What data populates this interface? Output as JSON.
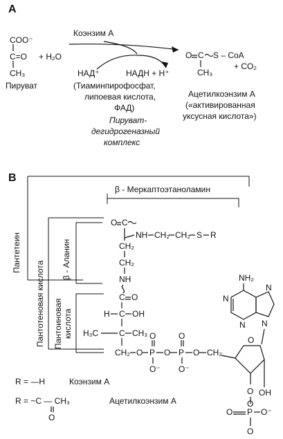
{
  "panel_a": {
    "label": "A",
    "pyruvate": {
      "coo": "COO⁻",
      "co": "C=O",
      "ch3": "CH₃",
      "name": "Пируват"
    },
    "water": "+ H₂O",
    "coenzyme": "Коэнзим A",
    "nad": "НАД⁺",
    "nadh": "НАДН + H⁺",
    "cofactors": [
      "(Тиаминпирофосфат,",
      "липоевая кислота,",
      "ФАД)"
    ],
    "enzyme": [
      "Пируват-",
      "дегидрогеназный",
      "комплекс"
    ],
    "acetylcoa": {
      "c": "C",
      "s_coa": "S – CoA",
      "o": "O",
      "ch3": "CH₃",
      "co2": "+ CO₂",
      "name": [
        "Ацетилкоэнзим A",
        "(«активированная",
        "уксусная кислота»)"
      ]
    }
  },
  "panel_b": {
    "label": "B",
    "pantetheine": "Пантетеин",
    "mercapto": "β - Меркаптоэтаноламин",
    "pantothenic": "Пантотеновая кислота",
    "beta_alanine": "β - Аланин",
    "pantoic": [
      "Пантоиновая",
      "кислота"
    ],
    "atoms": {
      "o1": "O",
      "c1": "C",
      "nh1": "NH",
      "ch2a": "CH₂",
      "ch2b": "CH₂",
      "s": "S",
      "r": "R",
      "ch2c": "CH₂",
      "ch2d": "CH₂",
      "nh2": "NH",
      "c2": "C",
      "o2": "O",
      "h": "H",
      "c3": "C",
      "oh": "OH",
      "h3c": "H₃C",
      "c4": "C",
      "ch3": "CH₃",
      "ch2e": "CH₂",
      "o3": "O",
      "p1": "P",
      "o4": "O",
      "p2": "P",
      "o5": "O",
      "ch2f": "CH₂",
      "o_top1": "O",
      "o_bot1": "O⁻",
      "o_top2": "O",
      "o_bot2": "O⁻",
      "o_ring": "O",
      "nh2_ad": "NH₂",
      "n1": "N",
      "n3": "N",
      "n7": "N",
      "n9": "N",
      "o_ribose": "O",
      "oh_ribose": "OH",
      "o_p3": "O",
      "p3": "P",
      "o_p3_top": "O",
      "o_p3_left": "O",
      "o_p3_right": "O⁻",
      "o_p3_bot": "O"
    },
    "legend": {
      "r1": "R = —H",
      "r1_name": "Коэнзим A",
      "r2_prefix": "R = ~C — CH₃",
      "r2_name": "Ацетилкоэнзим A",
      "r2_o": "O"
    }
  }
}
